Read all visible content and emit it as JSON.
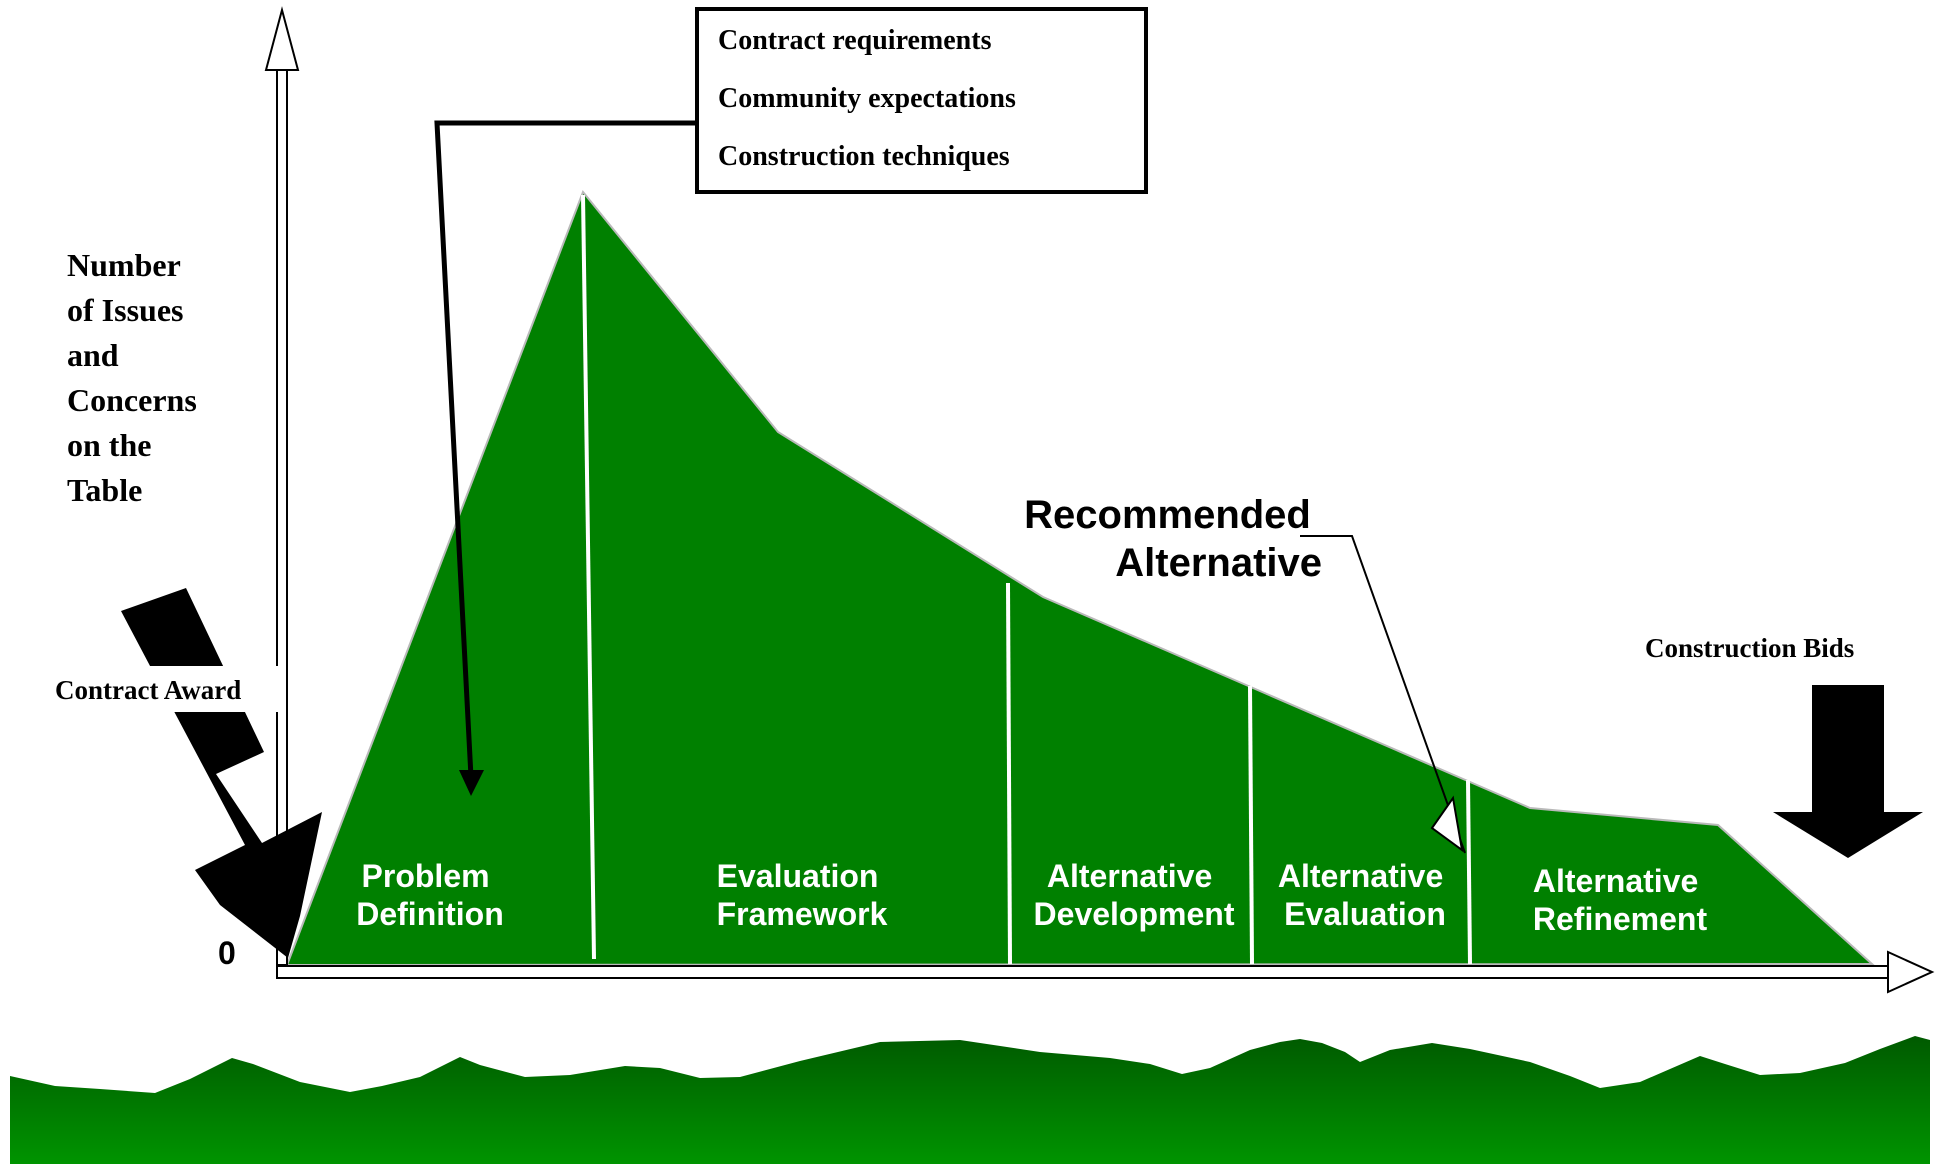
{
  "y_axis_label": [
    "Number",
    "of Issues",
    "and",
    "Concerns",
    "on the",
    "Table"
  ],
  "origin_label": "0",
  "contract_award_label": "Contract Award",
  "construction_bids_label": "Construction Bids",
  "callout_box": {
    "items": [
      "Contract requirements",
      "Community expectations",
      "Construction techniques"
    ]
  },
  "recommended_alternative": {
    "line1": "Recommended",
    "line2": "Alternative"
  },
  "phases": [
    {
      "line1": "Problem",
      "line2": "Definition"
    },
    {
      "line1": "Evaluation",
      "line2": "Framework"
    },
    {
      "line1": "Alternative",
      "line2": "Development"
    },
    {
      "line1": "Alternative",
      "line2": "Evaluation"
    },
    {
      "line1": "Alternative",
      "line2": "Refinement"
    }
  ],
  "colors": {
    "area_fill": "#008000",
    "ground_top": "#006400",
    "ground_bottom": "#008f00",
    "arrow_black": "#000000",
    "divider": "#ffffff"
  }
}
